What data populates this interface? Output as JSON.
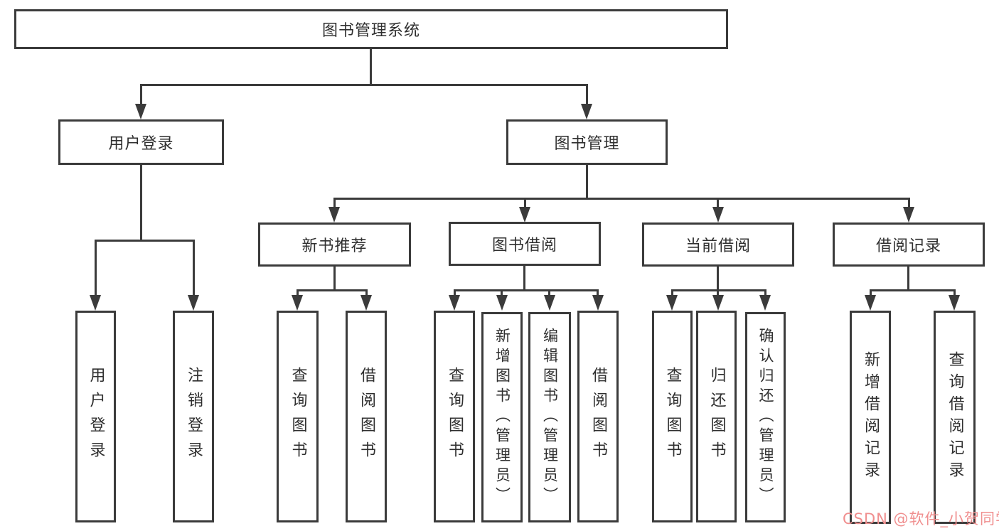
{
  "diagram": {
    "root": {
      "label": "图书管理系统"
    },
    "branches": [
      {
        "label": "用户登录",
        "children": [
          {
            "label": "用户登录"
          },
          {
            "label": "注销登录"
          }
        ]
      },
      {
        "label": "图书管理",
        "children": [
          {
            "label": "新书推荐",
            "children": [
              {
                "label": "查询图书"
              },
              {
                "label": "借阅图书"
              }
            ]
          },
          {
            "label": "图书借阅",
            "children": [
              {
                "label": "查询图书"
              },
              {
                "label": "新增图书（管理员）"
              },
              {
                "label": "编辑图书（管理员）"
              },
              {
                "label": "借阅图书"
              }
            ]
          },
          {
            "label": "当前借阅",
            "children": [
              {
                "label": "查询图书"
              },
              {
                "label": "归还图书"
              },
              {
                "label": "确认归还（管理员）"
              }
            ]
          },
          {
            "label": "借阅记录",
            "children": [
              {
                "label": "新增借阅记录"
              },
              {
                "label": "查询借阅记录"
              }
            ]
          }
        ]
      }
    ]
  },
  "watermark": {
    "text": "CSDN @软件_小贺同学"
  },
  "colors": {
    "line": "#3b3b3b",
    "text": "#2f2f2f",
    "background": "#ffffff",
    "watermark": "#f08f8f"
  }
}
